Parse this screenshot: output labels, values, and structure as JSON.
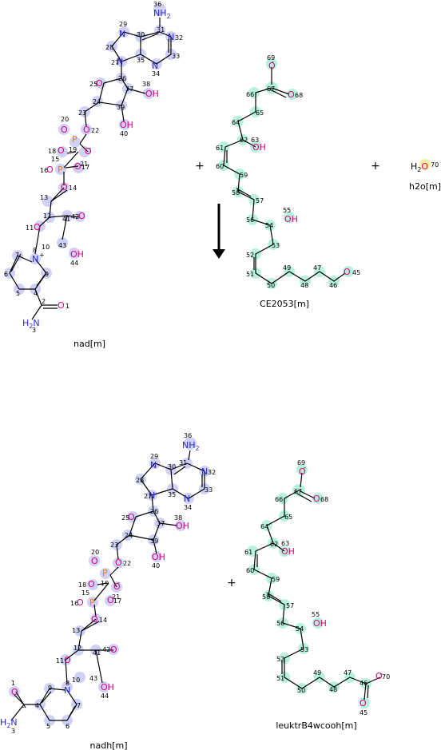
{
  "reaction": {
    "plus_sign": "+",
    "reactants": [
      {
        "id": "nad",
        "label": "nad[m]"
      },
      {
        "id": "ce2053",
        "label": "CE2053[m]"
      },
      {
        "id": "h2o",
        "label": "h2o[m]",
        "formula_h": "H",
        "formula_sub": "2",
        "formula_o": "O",
        "atom_num": "70"
      }
    ],
    "products": [
      {
        "id": "nadh",
        "label": "nadh[m]"
      },
      {
        "id": "leuk",
        "label": "leuktrB4wcooh[m]"
      }
    ],
    "arrow": "down-arrow"
  },
  "colors": {
    "highlight_purple": "#c9c9f5",
    "highlight_green": "#b8f2dc",
    "highlight_yellow": "#f5f0a0",
    "atom_O": "#e0007a",
    "atom_N": "#2a2ad0",
    "atom_P": "#e08a00"
  }
}
